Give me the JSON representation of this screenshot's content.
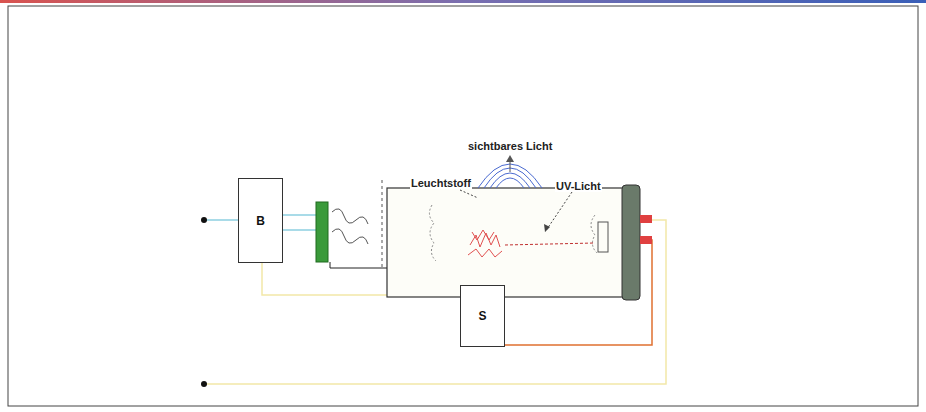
{
  "diagram": {
    "nodes": [
      {
        "text": [
          "B"
        ]
      },
      {
        "text": [
          "S"
        ]
      }
    ],
    "labels": [
      "sichtbares Licht",
      "Leuchtstoff",
      "UV-Licht"
    ]
  }
}
